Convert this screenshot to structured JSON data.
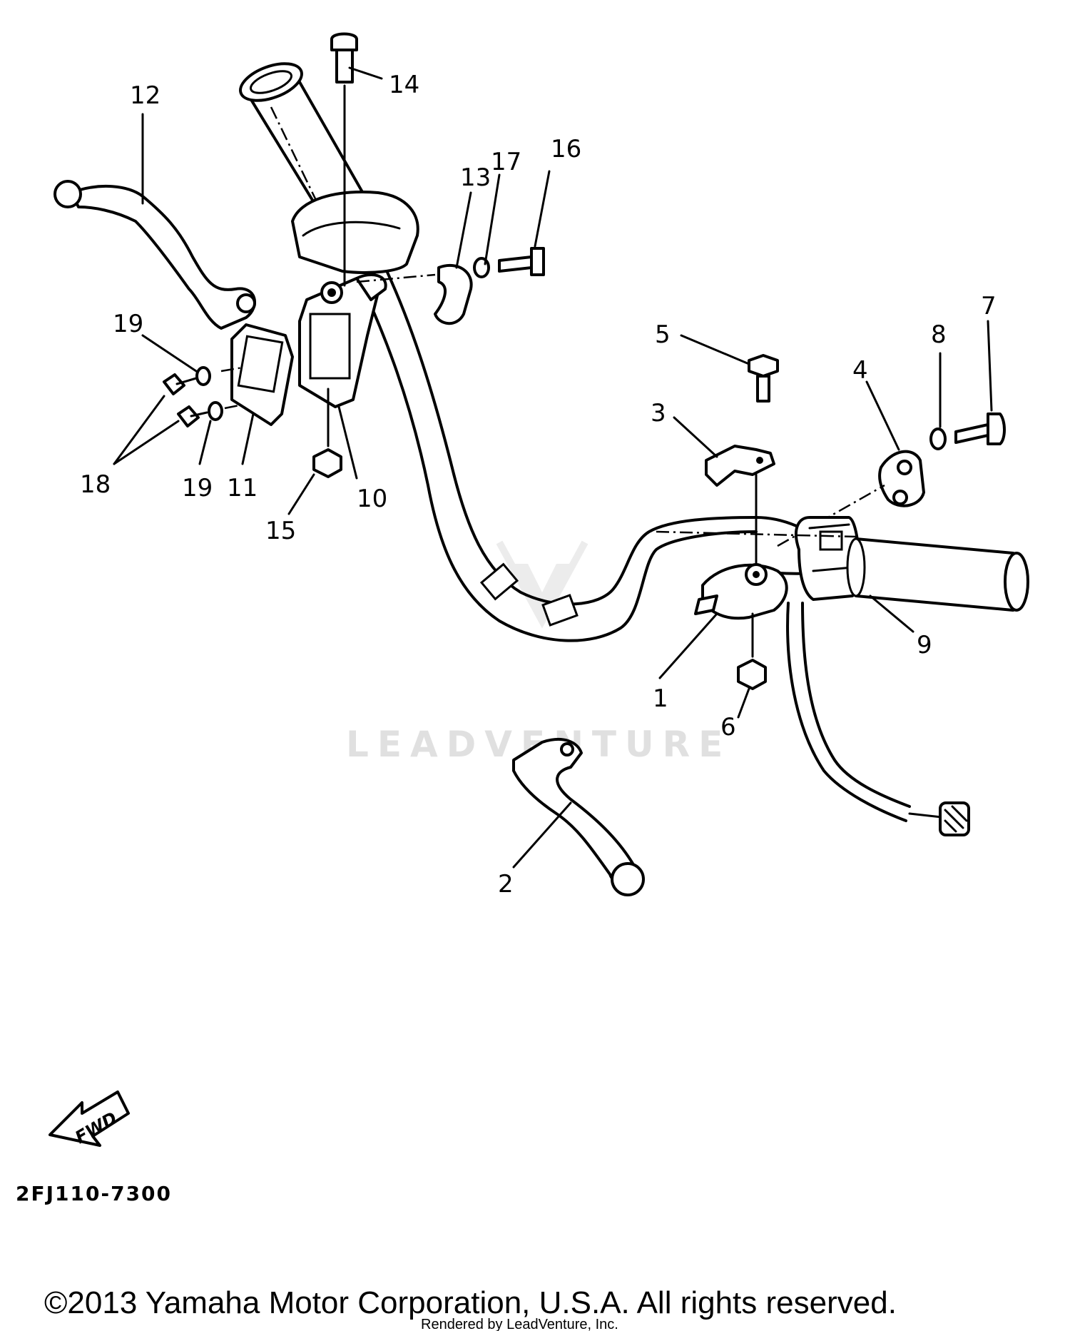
{
  "diagram": {
    "callouts": [
      "1",
      "2",
      "3",
      "4",
      "5",
      "6",
      "7",
      "8",
      "9",
      "10",
      "11",
      "12",
      "13",
      "14",
      "15",
      "16",
      "17",
      "18",
      "19"
    ],
    "callout_19_second": "19",
    "fwd_label": "FWD",
    "diagram_code": "2FJ110-7300",
    "watermark": "LEADVENTURE",
    "copyright": "©2013 Yamaha Motor Corporation, U.S.A. All rights reserved.",
    "rendered_by": "Rendered by LeadVenture, Inc."
  }
}
